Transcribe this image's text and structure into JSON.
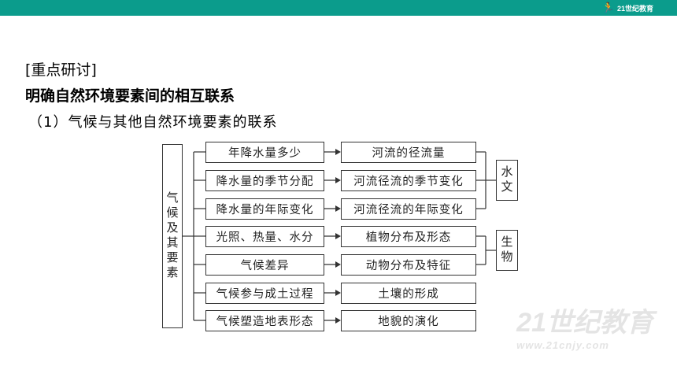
{
  "logo": {
    "text": "21世纪教育",
    "icon": "runner-icon"
  },
  "heading": {
    "section": "[重点研讨]",
    "title": "明确自然环境要素间的相互联系",
    "subtitle": "（1）气候与其他自然环境要素的联系"
  },
  "diagram": {
    "root": "气候及其要素",
    "middle": [
      "年降水量多少",
      "降水量的季节分配",
      "降水量的年际变化",
      "光照、热量、水分",
      "气候差异",
      "气候参与成土过程",
      "气候塑造地表形态"
    ],
    "right": [
      "河流的径流量",
      "河流径流的季节变化",
      "河流径流的年际变化",
      "植物分布及形态",
      "动物分布及特征",
      "土壤的形成",
      "地貌的演化"
    ],
    "groups": [
      "水文",
      "生物"
    ]
  },
  "watermark": {
    "text": "21世纪教育",
    "url": "www.21cnjy.com"
  }
}
